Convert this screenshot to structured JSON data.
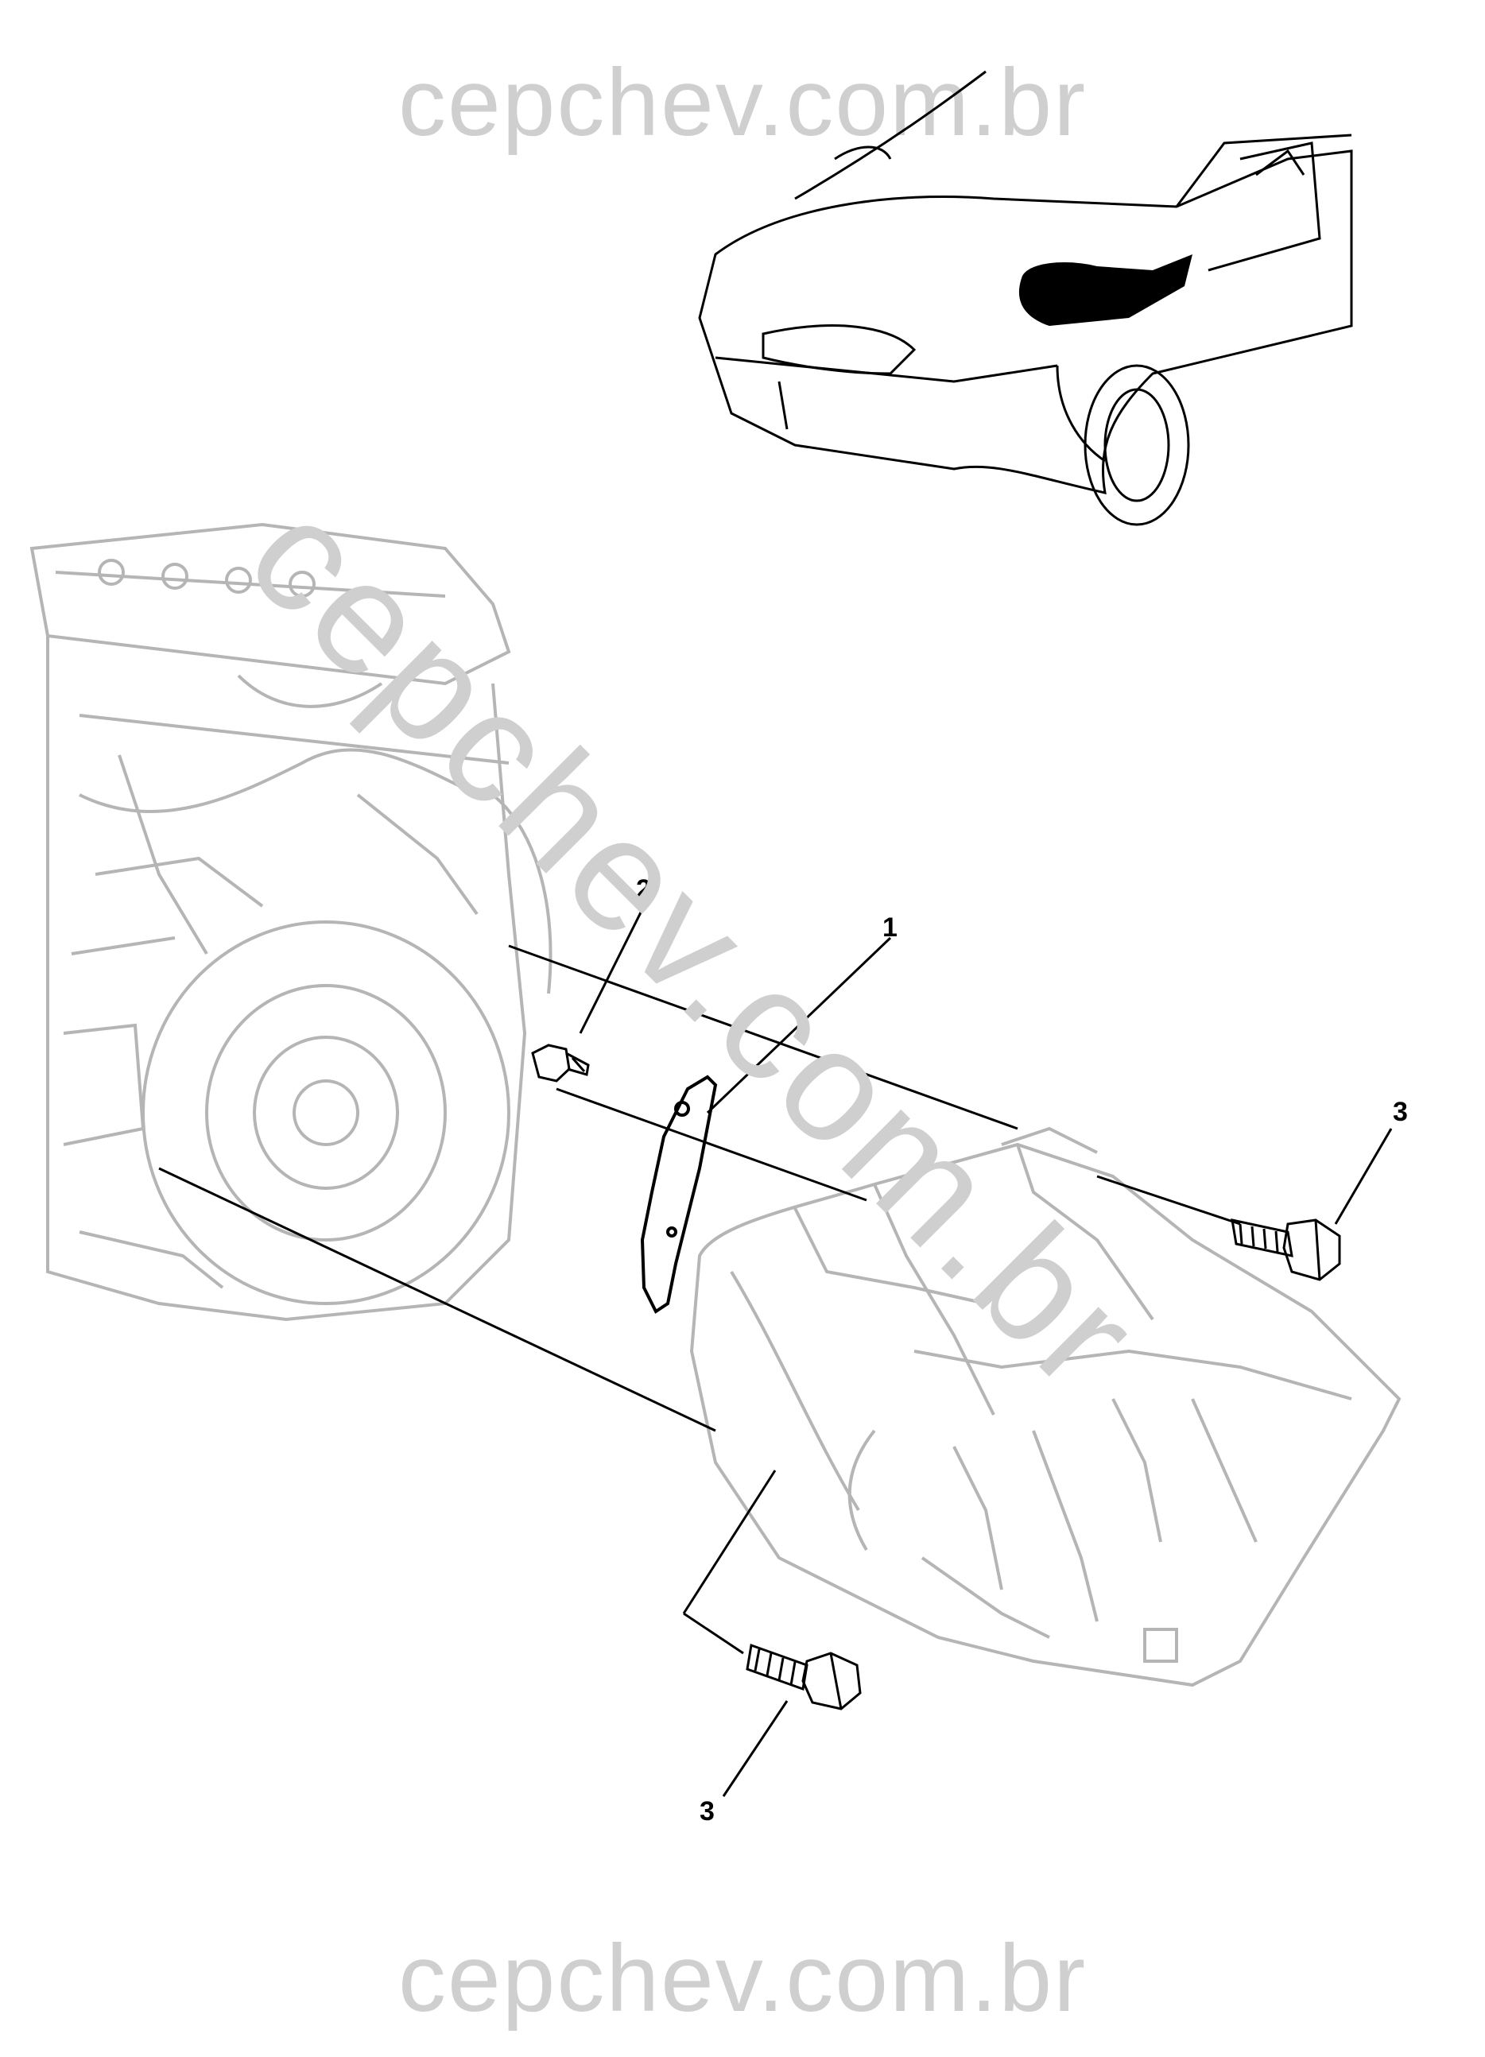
{
  "watermark": {
    "top": "cepchev.com.br",
    "bottom": "cepchev.com.br",
    "diagonal": "cepchev.com.br"
  },
  "callouts": [
    "1",
    "2",
    "3",
    "3"
  ],
  "colors": {
    "line": "#000000",
    "sketch": "#b5b5b5",
    "watermark": "#cfcfcf"
  }
}
